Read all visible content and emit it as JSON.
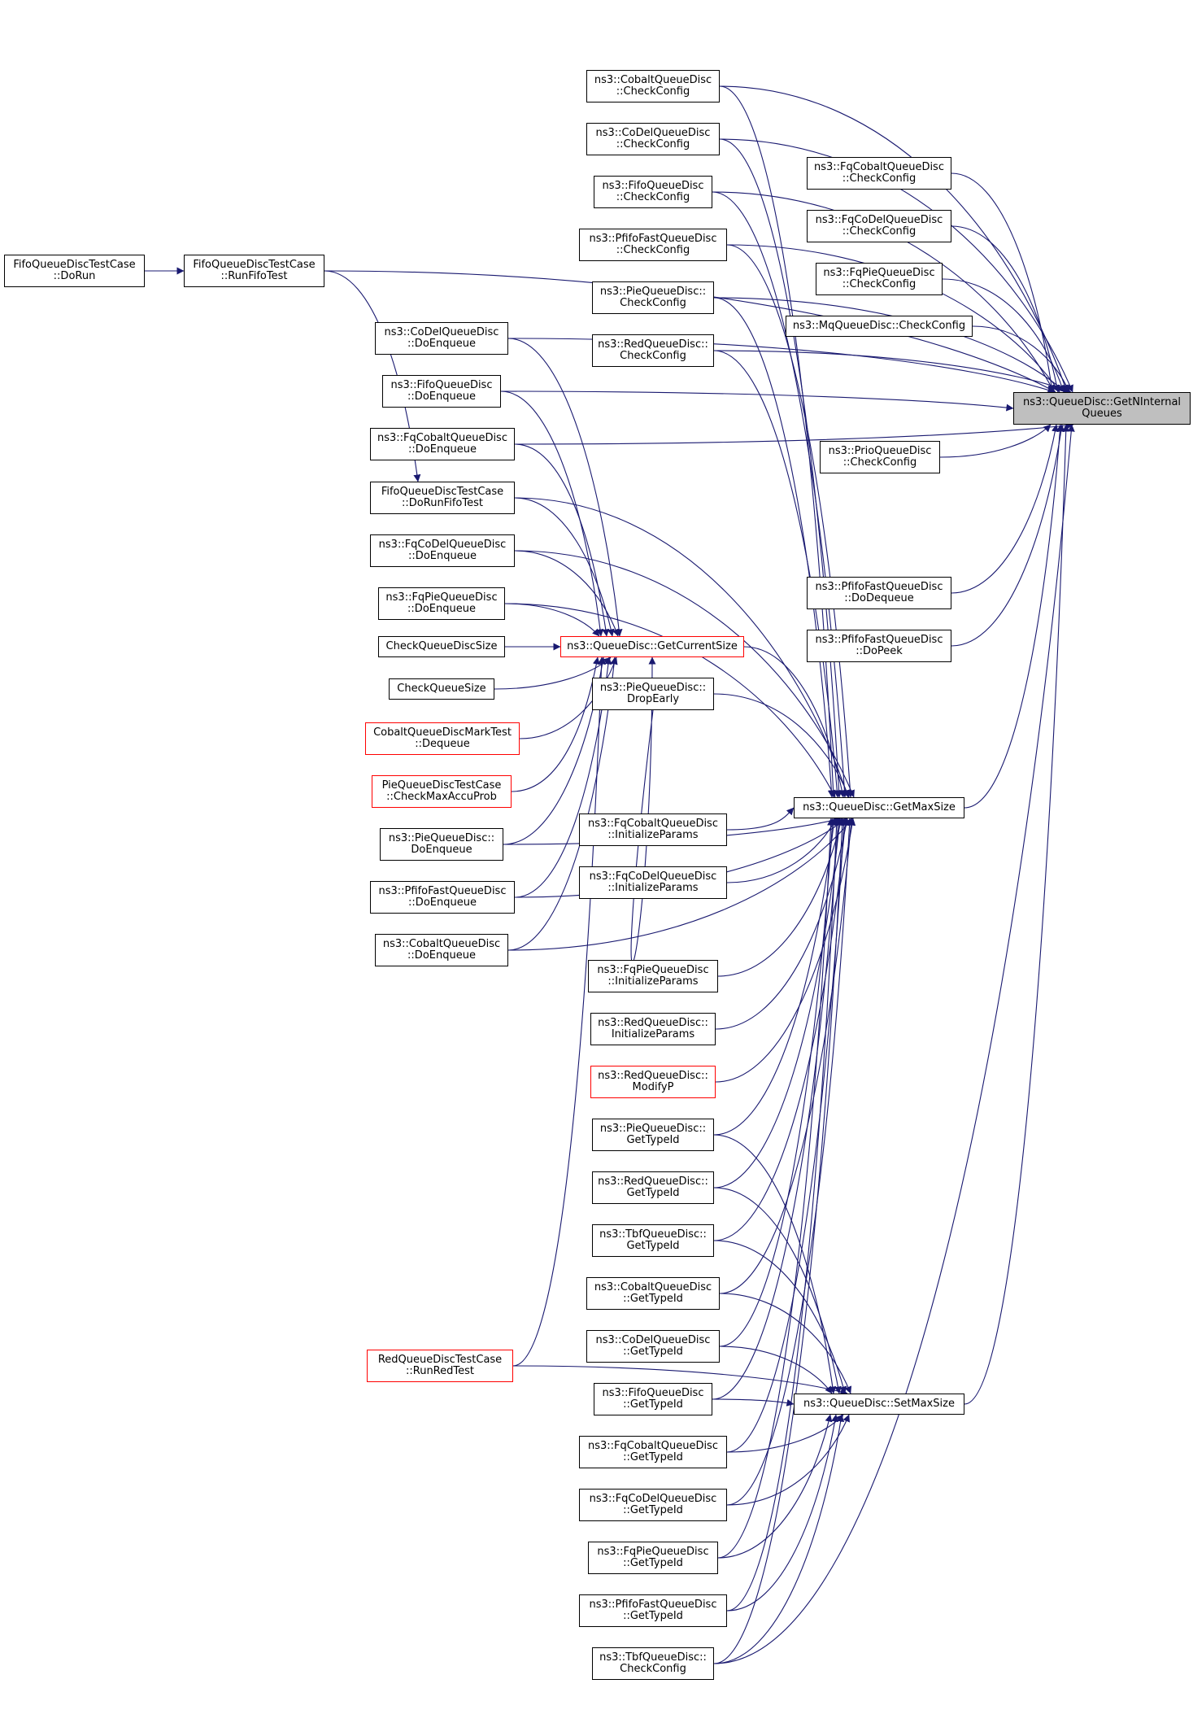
{
  "colors": {
    "edge": "#191970",
    "border": "#000000",
    "truncated_border": "#ff0000",
    "focus_fill": "#bfbfbf"
  },
  "nodes": [
    {
      "id": "getn",
      "lines": [
        "ns3::QueueDisc::GetNInternal",
        "Queues"
      ],
      "style": "focus"
    },
    {
      "id": "maxsize",
      "lines": [
        "ns3::QueueDisc::GetMaxSize"
      ]
    },
    {
      "id": "setmax",
      "lines": [
        "ns3::QueueDisc::SetMaxSize"
      ]
    },
    {
      "id": "cursize",
      "lines": [
        "ns3::QueueDisc::GetCurrentSize"
      ],
      "style": "red"
    },
    {
      "id": "fifo_dorun",
      "lines": [
        "FifoQueueDiscTestCase",
        "::DoRun"
      ]
    },
    {
      "id": "runfifo",
      "lines": [
        "FifoQueueDiscTestCase",
        "::RunFifoTest"
      ]
    },
    {
      "id": "dorunfifo",
      "lines": [
        "FifoQueueDiscTestCase",
        "::DoRunFifoTest"
      ]
    },
    {
      "id": "runred",
      "lines": [
        "RedQueueDiscTestCase",
        "::RunRedTest"
      ],
      "style": "red"
    },
    {
      "id": "cobalt_cc",
      "lines": [
        "ns3::CobaltQueueDisc",
        "::CheckConfig"
      ]
    },
    {
      "id": "codel_cc",
      "lines": [
        "ns3::CoDelQueueDisc",
        "::CheckConfig"
      ]
    },
    {
      "id": "fifo_cc",
      "lines": [
        "ns3::FifoQueueDisc",
        "::CheckConfig"
      ]
    },
    {
      "id": "pfifo_cc",
      "lines": [
        "ns3::PfifoFastQueueDisc",
        "::CheckConfig"
      ]
    },
    {
      "id": "pie_cc",
      "lines": [
        "ns3::PieQueueDisc::",
        "CheckConfig"
      ]
    },
    {
      "id": "red_cc",
      "lines": [
        "ns3::RedQueueDisc::",
        "CheckConfig"
      ]
    },
    {
      "id": "fqcobalt_cc",
      "lines": [
        "ns3::FqCobaltQueueDisc",
        "::CheckConfig"
      ]
    },
    {
      "id": "fqcodel_cc",
      "lines": [
        "ns3::FqCoDelQueueDisc",
        "::CheckConfig"
      ]
    },
    {
      "id": "fqpie_cc",
      "lines": [
        "ns3::FqPieQueueDisc",
        "::CheckConfig"
      ]
    },
    {
      "id": "mq_cc",
      "lines": [
        "ns3::MqQueueDisc::CheckConfig"
      ]
    },
    {
      "id": "prio_cc",
      "lines": [
        "ns3::PrioQueueDisc",
        "::CheckConfig"
      ]
    },
    {
      "id": "pfifo_deq",
      "lines": [
        "ns3::PfifoFastQueueDisc",
        "::DoDequeue"
      ]
    },
    {
      "id": "pfifo_peek",
      "lines": [
        "ns3::PfifoFastQueueDisc",
        "::DoPeek"
      ]
    },
    {
      "id": "codel_enq",
      "lines": [
        "ns3::CoDelQueueDisc",
        "::DoEnqueue"
      ]
    },
    {
      "id": "fifo_enq",
      "lines": [
        "ns3::FifoQueueDisc",
        "::DoEnqueue"
      ]
    },
    {
      "id": "fqcobalt_enq",
      "lines": [
        "ns3::FqCobaltQueueDisc",
        "::DoEnqueue"
      ]
    },
    {
      "id": "fqcodel_enq",
      "lines": [
        "ns3::FqCoDelQueueDisc",
        "::DoEnqueue"
      ]
    },
    {
      "id": "fqpie_enq",
      "lines": [
        "ns3::FqPieQueueDisc",
        "::DoEnqueue"
      ]
    },
    {
      "id": "checkqds",
      "lines": [
        "CheckQueueDiscSize"
      ]
    },
    {
      "id": "checkqs",
      "lines": [
        "CheckQueueSize"
      ]
    },
    {
      "id": "cobaltmark",
      "lines": [
        "CobaltQueueDiscMarkTest",
        "::Dequeue"
      ],
      "style": "red"
    },
    {
      "id": "piemaxaccu",
      "lines": [
        "PieQueueDiscTestCase",
        "::CheckMaxAccuProb"
      ],
      "style": "red"
    },
    {
      "id": "pie_enq",
      "lines": [
        "ns3::PieQueueDisc::",
        "DoEnqueue"
      ]
    },
    {
      "id": "pfifo_enq",
      "lines": [
        "ns3::PfifoFastQueueDisc",
        "::DoEnqueue"
      ]
    },
    {
      "id": "cobalt_enq",
      "lines": [
        "ns3::CobaltQueueDisc",
        "::DoEnqueue"
      ]
    },
    {
      "id": "pie_drop",
      "lines": [
        "ns3::PieQueueDisc::",
        "DropEarly"
      ]
    },
    {
      "id": "fqcobalt_ip",
      "lines": [
        "ns3::FqCobaltQueueDisc",
        "::InitializeParams"
      ]
    },
    {
      "id": "fqcodel_ip",
      "lines": [
        "ns3::FqCoDelQueueDisc",
        "::InitializeParams"
      ]
    },
    {
      "id": "fqpie_ip",
      "lines": [
        "ns3::FqPieQueueDisc",
        "::InitializeParams"
      ]
    },
    {
      "id": "red_ip",
      "lines": [
        "ns3::RedQueueDisc::",
        "InitializeParams"
      ]
    },
    {
      "id": "red_modp",
      "lines": [
        "ns3::RedQueueDisc::",
        "ModifyP"
      ],
      "style": "red"
    },
    {
      "id": "pie_gt",
      "lines": [
        "ns3::PieQueueDisc::",
        "GetTypeId"
      ]
    },
    {
      "id": "red_gt",
      "lines": [
        "ns3::RedQueueDisc::",
        "GetTypeId"
      ]
    },
    {
      "id": "tbf_gt",
      "lines": [
        "ns3::TbfQueueDisc::",
        "GetTypeId"
      ]
    },
    {
      "id": "cobalt_gt",
      "lines": [
        "ns3::CobaltQueueDisc",
        "::GetTypeId"
      ]
    },
    {
      "id": "codel_gt",
      "lines": [
        "ns3::CoDelQueueDisc",
        "::GetTypeId"
      ]
    },
    {
      "id": "fifo_gt",
      "lines": [
        "ns3::FifoQueueDisc",
        "::GetTypeId"
      ]
    },
    {
      "id": "fqcobalt_gt",
      "lines": [
        "ns3::FqCobaltQueueDisc",
        "::GetTypeId"
      ]
    },
    {
      "id": "fqcodel_gt",
      "lines": [
        "ns3::FqCoDelQueueDisc",
        "::GetTypeId"
      ]
    },
    {
      "id": "fqpie_gt",
      "lines": [
        "ns3::FqPieQueueDisc",
        "::GetTypeId"
      ]
    },
    {
      "id": "pfifo_gt",
      "lines": [
        "ns3::PfifoFastQueueDisc",
        "::GetTypeId"
      ]
    },
    {
      "id": "tbf_cc",
      "lines": [
        "ns3::TbfQueueDisc::",
        "CheckConfig"
      ]
    }
  ],
  "edges": [
    [
      "fifo_dorun",
      "runfifo"
    ],
    [
      "runfifo",
      "getn"
    ],
    [
      "runfifo",
      "dorunfifo"
    ],
    [
      "cobalt_cc",
      "getn"
    ],
    [
      "codel_cc",
      "getn"
    ],
    [
      "fifo_cc",
      "getn"
    ],
    [
      "pfifo_cc",
      "getn"
    ],
    [
      "pie_cc",
      "getn"
    ],
    [
      "red_cc",
      "getn"
    ],
    [
      "fqcobalt_cc",
      "getn"
    ],
    [
      "fqcodel_cc",
      "getn"
    ],
    [
      "fqpie_cc",
      "getn"
    ],
    [
      "mq_cc",
      "getn"
    ],
    [
      "prio_cc",
      "getn"
    ],
    [
      "pfifo_deq",
      "getn"
    ],
    [
      "pfifo_peek",
      "getn"
    ],
    [
      "fifo_enq",
      "getn"
    ],
    [
      "fqcobalt_enq",
      "getn"
    ],
    [
      "codel_enq",
      "getn"
    ],
    [
      "maxsize",
      "getn"
    ],
    [
      "setmax",
      "getn"
    ],
    [
      "tbf_cc",
      "getn"
    ],
    [
      "cobalt_cc",
      "maxsize"
    ],
    [
      "codel_cc",
      "maxsize"
    ],
    [
      "fifo_cc",
      "maxsize"
    ],
    [
      "pfifo_cc",
      "maxsize"
    ],
    [
      "pie_cc",
      "maxsize"
    ],
    [
      "red_cc",
      "maxsize"
    ],
    [
      "cursize",
      "maxsize"
    ],
    [
      "pie_drop",
      "maxsize"
    ],
    [
      "fqcobalt_ip",
      "maxsize"
    ],
    [
      "fqcodel_ip",
      "maxsize"
    ],
    [
      "fqpie_ip",
      "maxsize"
    ],
    [
      "red_ip",
      "maxsize"
    ],
    [
      "red_modp",
      "maxsize"
    ],
    [
      "pie_gt",
      "maxsize"
    ],
    [
      "red_gt",
      "maxsize"
    ],
    [
      "tbf_gt",
      "maxsize"
    ],
    [
      "cobalt_gt",
      "maxsize"
    ],
    [
      "codel_gt",
      "maxsize"
    ],
    [
      "fifo_gt",
      "maxsize"
    ],
    [
      "fqcobalt_gt",
      "maxsize"
    ],
    [
      "fqcodel_gt",
      "maxsize"
    ],
    [
      "fqpie_gt",
      "maxsize"
    ],
    [
      "pfifo_gt",
      "maxsize"
    ],
    [
      "tbf_cc",
      "maxsize"
    ],
    [
      "dorunfifo",
      "maxsize"
    ],
    [
      "fqcodel_enq",
      "maxsize"
    ],
    [
      "fqpie_enq",
      "maxsize"
    ],
    [
      "pie_enq",
      "maxsize"
    ],
    [
      "pfifo_enq",
      "maxsize"
    ],
    [
      "cobalt_enq",
      "maxsize"
    ],
    [
      "pie_gt",
      "setmax"
    ],
    [
      "red_gt",
      "setmax"
    ],
    [
      "tbf_gt",
      "setmax"
    ],
    [
      "cobalt_gt",
      "setmax"
    ],
    [
      "codel_gt",
      "setmax"
    ],
    [
      "fifo_gt",
      "setmax"
    ],
    [
      "fqcobalt_gt",
      "setmax"
    ],
    [
      "fqcodel_gt",
      "setmax"
    ],
    [
      "fqpie_gt",
      "setmax"
    ],
    [
      "pfifo_gt",
      "setmax"
    ],
    [
      "tbf_cc",
      "setmax"
    ],
    [
      "runred",
      "setmax"
    ],
    [
      "codel_enq",
      "cursize"
    ],
    [
      "fifo_enq",
      "cursize"
    ],
    [
      "fqcobalt_enq",
      "cursize"
    ],
    [
      "dorunfifo",
      "cursize"
    ],
    [
      "fqcodel_enq",
      "cursize"
    ],
    [
      "fqpie_enq",
      "cursize"
    ],
    [
      "checkqds",
      "cursize"
    ],
    [
      "checkqs",
      "cursize"
    ],
    [
      "cobaltmark",
      "cursize"
    ],
    [
      "piemaxaccu",
      "cursize"
    ],
    [
      "pie_enq",
      "cursize"
    ],
    [
      "pfifo_enq",
      "cursize"
    ],
    [
      "cobalt_enq",
      "cursize"
    ],
    [
      "pie_drop",
      "cursize"
    ],
    [
      "runred",
      "cursize"
    ]
  ]
}
